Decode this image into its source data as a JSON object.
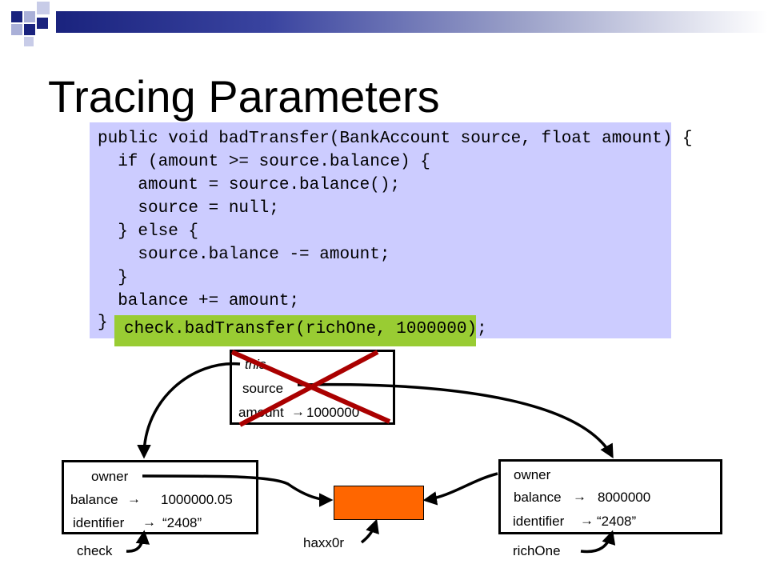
{
  "slide": {
    "title": "Tracing Parameters",
    "code_lines": [
      "public void badTransfer(BankAccount source, float amount) {",
      "  if (amount >= source.balance) {",
      "    amount = source.balance();",
      "    source = null;",
      "  } else {",
      "    source.balance -= amount;",
      "  }",
      "  balance += amount;",
      "}"
    ],
    "call": "check.badTransfer(richOne, 1000000);",
    "frame": {
      "this_label": "this",
      "source_label": "source",
      "amount_label": "amount",
      "amount_value": "1000000"
    },
    "left_object": {
      "owner": "owner",
      "balance_label": "balance",
      "balance_value": "1000000.05",
      "identifier_label": "identifier",
      "identifier_value": "“2408”"
    },
    "right_object": {
      "owner": "owner",
      "balance_label": "balance",
      "balance_value": "8000000",
      "identifier_label": "identifier",
      "identifier_value": "“2408”"
    },
    "vars": {
      "check": "check",
      "haxx0r": "haxx0r",
      "richOne": "richOne"
    },
    "colors": {
      "code_bg": "#ccccff",
      "call_bg": "#99cc33",
      "cross": "#aa0000",
      "orange_obj": "#ff6600",
      "header_dark": "#1a237e"
    }
  }
}
